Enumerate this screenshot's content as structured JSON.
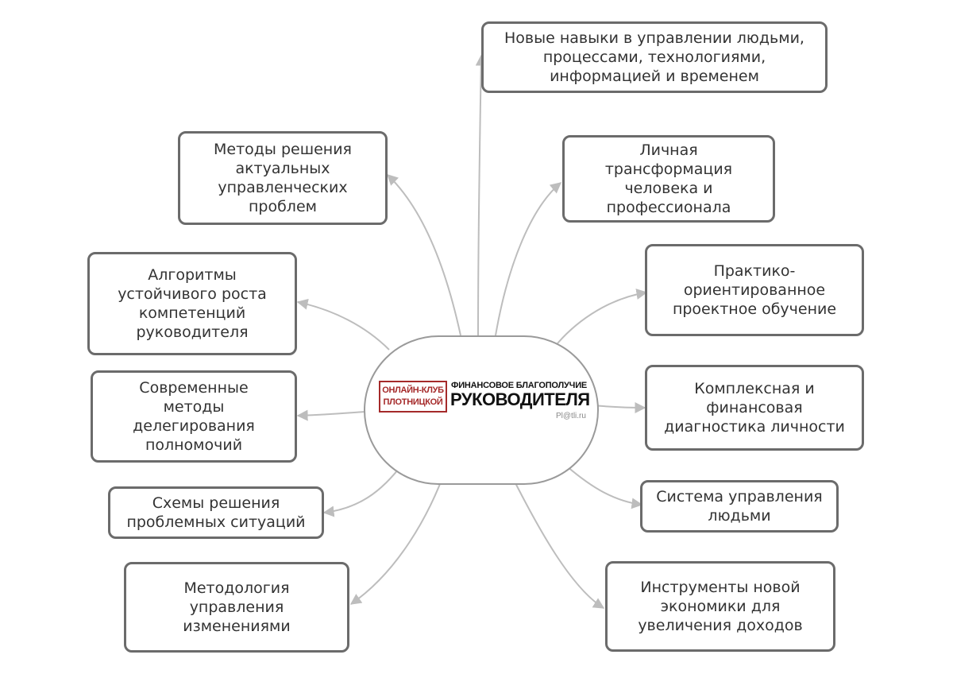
{
  "center": {
    "logo_club": [
      "ОНЛАЙН-КЛУБ",
      "ПЛОТНИЦКОЙ"
    ],
    "logo_subtitle": "ФИНАНСОВОЕ БЛАГОПОЛУЧИЕ",
    "logo_title": "РУКОВОДИТЕЛЯ",
    "logo_url": "Pl@tli.ru"
  },
  "nodes": [
    {
      "id": "new-skills",
      "text": "Новые навыки в управлении людьми,\nпроцессами, технологиями,\nинформацией и временем"
    },
    {
      "id": "personal-transformation",
      "text": "Личная\nтрансформация\nчеловека и\nпрофессионала"
    },
    {
      "id": "project-learning",
      "text": "Практико-\nориентированное\nпроектное обучение"
    },
    {
      "id": "financial-diagnostics",
      "text": "Комплексная и\nфинансовая\nдиагностика личности"
    },
    {
      "id": "people-management",
      "text": "Система управления\nлюдьми"
    },
    {
      "id": "new-economy-tools",
      "text": "Инструменты новой\nэкономики для\nувеличения доходов"
    },
    {
      "id": "problem-solving-methods",
      "text": "Методы решения\nактуальных\nуправленческих\nпроблем"
    },
    {
      "id": "competence-algorithms",
      "text": "Алгоритмы\nустойчивого роста\nкомпетенций\nруководителя"
    },
    {
      "id": "delegation-methods",
      "text": "Современные\nметоды\nделегирования\nполномочий"
    },
    {
      "id": "problem-schemes",
      "text": "Схемы решения\nпроблемных ситуаций"
    },
    {
      "id": "change-management",
      "text": "Методология\nуправления\nизменениями"
    }
  ],
  "colors": {
    "node_border": "#6b6b6b",
    "connector": "#bdbdbd",
    "logo_red": "#a52a2a"
  }
}
